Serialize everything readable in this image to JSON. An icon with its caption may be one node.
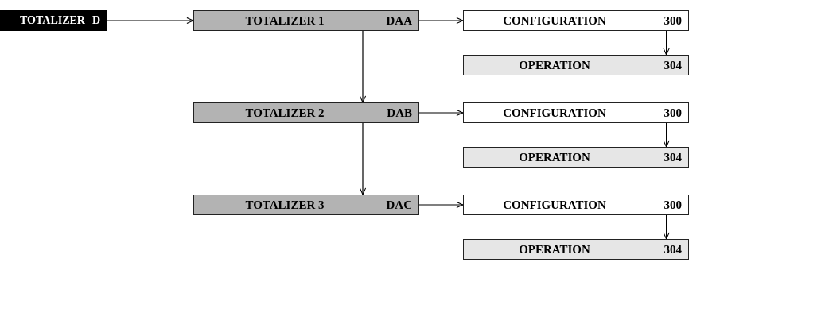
{
  "diagram": {
    "nodes": [
      {
        "text": [
          "TOTALIZER",
          "D"
        ]
      },
      {
        "text": [
          "TOTALIZER 1",
          "DAA"
        ]
      },
      {
        "text": [
          "CONFIGURATION",
          "300"
        ]
      },
      {
        "text": [
          "OPERATION",
          "304"
        ]
      },
      {
        "text": [
          "TOTALIZER 2",
          "DAB"
        ]
      },
      {
        "text": [
          "CONFIGURATION",
          "300"
        ]
      },
      {
        "text": [
          "OPERATION",
          "304"
        ]
      },
      {
        "text": [
          "TOTALIZER 3",
          "DAC"
        ]
      },
      {
        "text": [
          "CONFIGURATION",
          "300"
        ]
      },
      {
        "text": [
          "OPERATION",
          "304"
        ]
      }
    ],
    "edges": [
      {
        "from": 0,
        "to": 1,
        "arrow": "to"
      },
      {
        "from": 1,
        "to": 2,
        "arrow": "to"
      },
      {
        "from": 2,
        "to": 3,
        "arrow": "to"
      },
      {
        "from": 1,
        "to": 4,
        "arrow": "to"
      },
      {
        "from": 4,
        "to": 5,
        "arrow": "to"
      },
      {
        "from": 5,
        "to": 6,
        "arrow": "to"
      },
      {
        "from": 4,
        "to": 7,
        "arrow": "to"
      },
      {
        "from": 7,
        "to": 8,
        "arrow": "to"
      },
      {
        "from": 8,
        "to": 9,
        "arrow": "to"
      }
    ]
  }
}
